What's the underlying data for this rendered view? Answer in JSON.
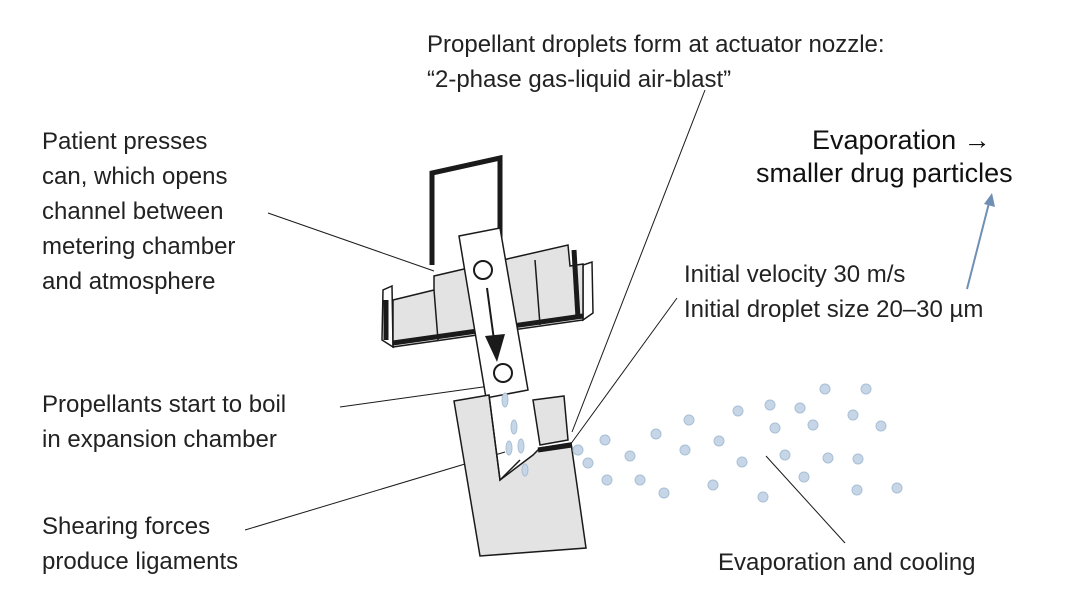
{
  "labels": {
    "nozzle": {
      "line1": "Propellant droplets form at actuator nozzle:",
      "line2": "“2-phase gas-liquid air-blast”"
    },
    "patient": {
      "line1": "Patient presses",
      "line2": "can, which opens",
      "line3": "channel between",
      "line4": "metering chamber",
      "line5": "and atmosphere"
    },
    "evaporation_result": {
      "line1": "Evaporation →",
      "line2": "smaller drug particles"
    },
    "initial": {
      "line1": "Initial velocity 30 m/s",
      "line2": "Initial droplet size 20–30 µm"
    },
    "boil": {
      "line1": "Propellants start to boil",
      "line2": "in expansion chamber"
    },
    "shearing": {
      "line1": "Shearing forces",
      "line2": "produce ligaments"
    },
    "cooling": {
      "line1": "Evaporation and cooling"
    }
  },
  "colors": {
    "outline": "#1a1a1a",
    "fill_gray": "#e3e3e3",
    "droplet": "#c6d6e6",
    "droplet_edge": "#a9bfd6",
    "arrow_blue": "#6f8fb4"
  }
}
